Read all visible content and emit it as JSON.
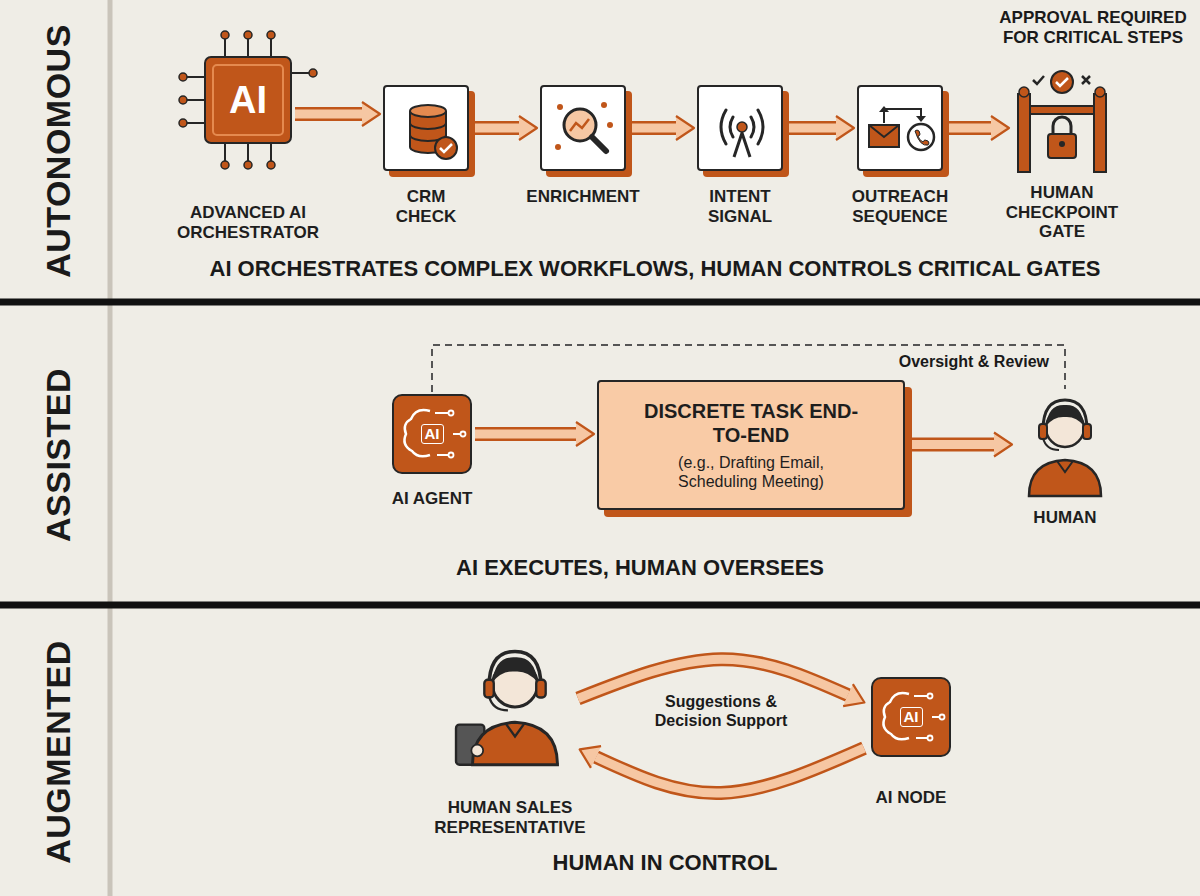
{
  "diagram": {
    "nodes": [
      {
        "text": [
          "AUTONOMOUS",
          "AI ORCHESTRATES COMPLEX WORKFLOWS, HUMAN CONTROLS CRITICAL GATES"
        ]
      },
      {
        "text": [
          "AI",
          "ADVANCED AI ORCHESTRATOR"
        ],
        "in": 0
      },
      {
        "text": [
          "CRM CHECK"
        ],
        "in": 0
      },
      {
        "text": [
          "ENRICHMENT"
        ],
        "in": 0
      },
      {
        "text": [
          "INTENT SIGNAL"
        ],
        "in": 0
      },
      {
        "text": [
          "OUTREACH SEQUENCE"
        ],
        "in": 0
      },
      {
        "text": [
          "HUMAN CHECKPOINT GATE"
        ],
        "in": 0
      },
      {
        "text": [
          "ASSISTED",
          "AI EXECUTES, HUMAN OVERSEES"
        ]
      },
      {
        "text": [
          "AI",
          "AI AGENT"
        ],
        "in": 7
      },
      {
        "text": [
          "DISCRETE TASK END-TO-END",
          "(e.g., Drafting Email, Scheduling Meeting)"
        ],
        "in": 7
      },
      {
        "text": [
          "HUMAN"
        ],
        "in": 7
      },
      {
        "text": [
          "AUGMENTED",
          "HUMAN IN CONTROL"
        ]
      },
      {
        "text": [
          "HUMAN SALES REPRESENTATIVE"
        ],
        "in": 11
      },
      {
        "text": [
          "AI",
          "AI NODE"
        ],
        "in": 11
      }
    ],
    "edges": [
      {
        "from": 1,
        "to": 2,
        "arrow": "to"
      },
      {
        "from": 2,
        "to": 3,
        "arrow": "to"
      },
      {
        "from": 3,
        "to": 4,
        "arrow": "to"
      },
      {
        "from": 4,
        "to": 5,
        "arrow": "to"
      },
      {
        "from": 5,
        "to": 6,
        "arrow": "to"
      },
      {
        "from": 8,
        "to": 9,
        "arrow": "to"
      },
      {
        "from": 9,
        "to": 10,
        "arrow": "to"
      },
      {
        "from": 8,
        "to": 10,
        "label": "Oversight & Review",
        "arrow": "none"
      },
      {
        "from": 12,
        "to": 13,
        "label": "Suggestions & Decision Support",
        "arrow": "to"
      },
      {
        "from": 13,
        "to": 12,
        "arrow": "to"
      }
    ],
    "labels": [
      "APPROVAL REQUIRED FOR CRITICAL STEPS"
    ]
  }
}
